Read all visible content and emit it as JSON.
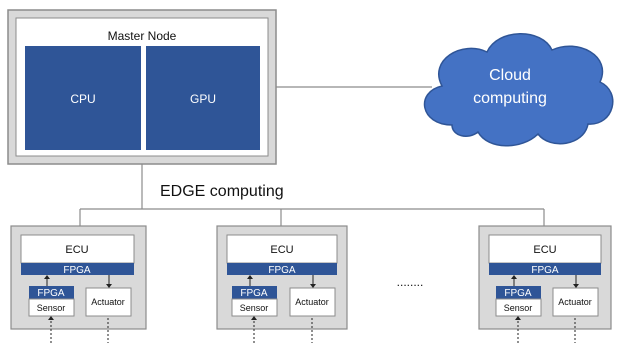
{
  "master_node": {
    "title": "Master Node",
    "cpu_label": "CPU",
    "gpu_label": "GPU"
  },
  "cloud": {
    "line1": "Cloud",
    "line2": "computing"
  },
  "edge_label": "EDGE computing",
  "ellipsis": "........",
  "units": [
    {
      "ecu": "ECU",
      "fpga": "FPGA",
      "sensor_fpga": "FPGA",
      "sensor": "Sensor",
      "actuator": "Actuator"
    },
    {
      "ecu": "ECU",
      "fpga": "FPGA",
      "sensor_fpga": "FPGA",
      "sensor": "Sensor",
      "actuator": "Actuator"
    },
    {
      "ecu": "ECU",
      "fpga": "FPGA",
      "sensor_fpga": "FPGA",
      "sensor": "Sensor",
      "actuator": "Actuator"
    }
  ],
  "colors": {
    "dark_blue": "#2f5597",
    "cloud_blue": "#4472c4",
    "panel_gray": "#d9d9d9",
    "border_gray": "#8c8c8c"
  }
}
